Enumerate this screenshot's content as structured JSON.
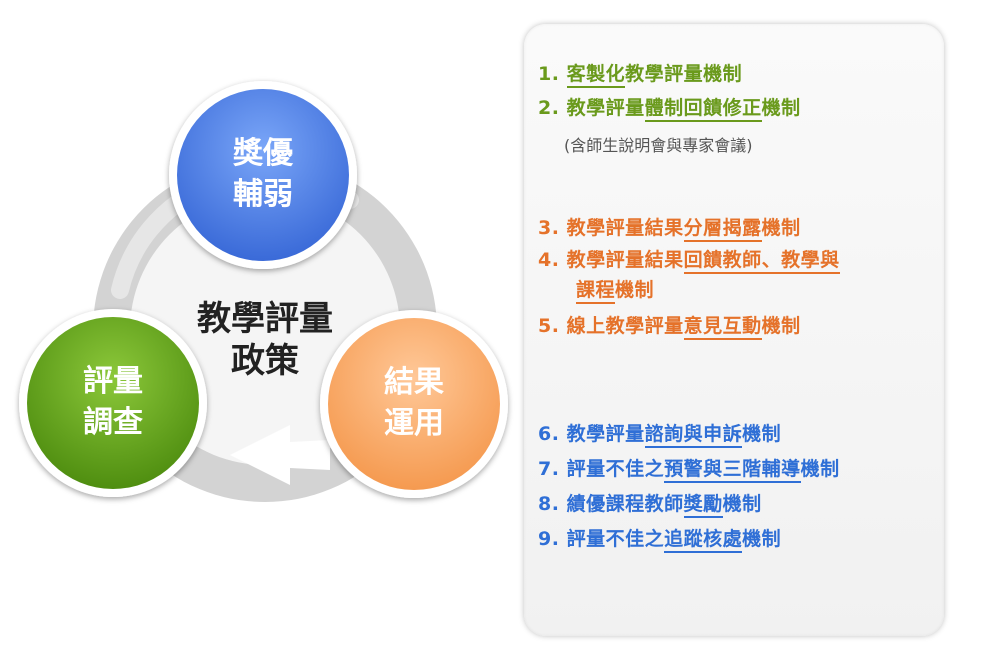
{
  "cycle": {
    "center_label_line1": "教學評量",
    "center_label_line2": "政策",
    "nodes": [
      {
        "line1": "獎優",
        "line2": "輔弱",
        "color": "#4a7ee8"
      },
      {
        "line1": "結果",
        "line2": "運用",
        "color": "#f7a868"
      },
      {
        "line1": "評量",
        "line2": "調查",
        "color": "#64a81a"
      }
    ]
  },
  "colors": {
    "green": "#6a9a1c",
    "orange": "#e5722a",
    "blue": "#2f6fd6"
  },
  "groups": [
    {
      "color_key": "green",
      "items": [
        {
          "num": "1. ",
          "segments": [
            {
              "text": "客製化",
              "u": true
            },
            {
              "text": "教學評量機制",
              "u": false
            }
          ]
        },
        {
          "num": "2. ",
          "segments": [
            {
              "text": "教學評量",
              "u": false
            },
            {
              "text": "體制",
              "u": true
            },
            {
              "text": "回饋修正",
              "u": true
            },
            {
              "text": "機制",
              "u": false
            }
          ]
        }
      ],
      "note": "(含師生說明會與專家會議)"
    },
    {
      "color_key": "orange",
      "items": [
        {
          "num": "3. ",
          "segments": [
            {
              "text": "教學評量結果",
              "u": false
            },
            {
              "text": "分層揭露",
              "u": true
            },
            {
              "text": "機制",
              "u": false
            }
          ]
        },
        {
          "num": "4. ",
          "segments": [
            {
              "text": "教學評量結果",
              "u": false
            },
            {
              "text": "回饋教師、教學與",
              "u": true
            }
          ]
        },
        {
          "num": "",
          "segments": [
            {
              "text": "課程",
              "u": true
            },
            {
              "text": "機制",
              "u": false
            }
          ]
        },
        {
          "num": "5. ",
          "segments": [
            {
              "text": "線上教學評量",
              "u": false
            },
            {
              "text": "意見互動",
              "u": true
            },
            {
              "text": "機制",
              "u": false
            }
          ]
        }
      ]
    },
    {
      "color_key": "blue",
      "items": [
        {
          "num": "6. ",
          "segments": [
            {
              "text": "教學評量",
              "u": false
            },
            {
              "text": "諮詢與申訴",
              "u": true
            },
            {
              "text": "機制",
              "u": false
            }
          ]
        },
        {
          "num": "7. ",
          "segments": [
            {
              "text": "評量不佳之",
              "u": false
            },
            {
              "text": "預警與三階輔導",
              "u": true
            },
            {
              "text": "機制",
              "u": false
            }
          ]
        },
        {
          "num": "8. ",
          "segments": [
            {
              "text": "績優課程教師",
              "u": false
            },
            {
              "text": "獎勵",
              "u": true
            },
            {
              "text": "機制",
              "u": false
            }
          ]
        },
        {
          "num": "9. ",
          "segments": [
            {
              "text": "評量不佳之",
              "u": false
            },
            {
              "text": "追蹤核處",
              "u": true
            },
            {
              "text": "機制",
              "u": false
            }
          ]
        }
      ]
    }
  ]
}
